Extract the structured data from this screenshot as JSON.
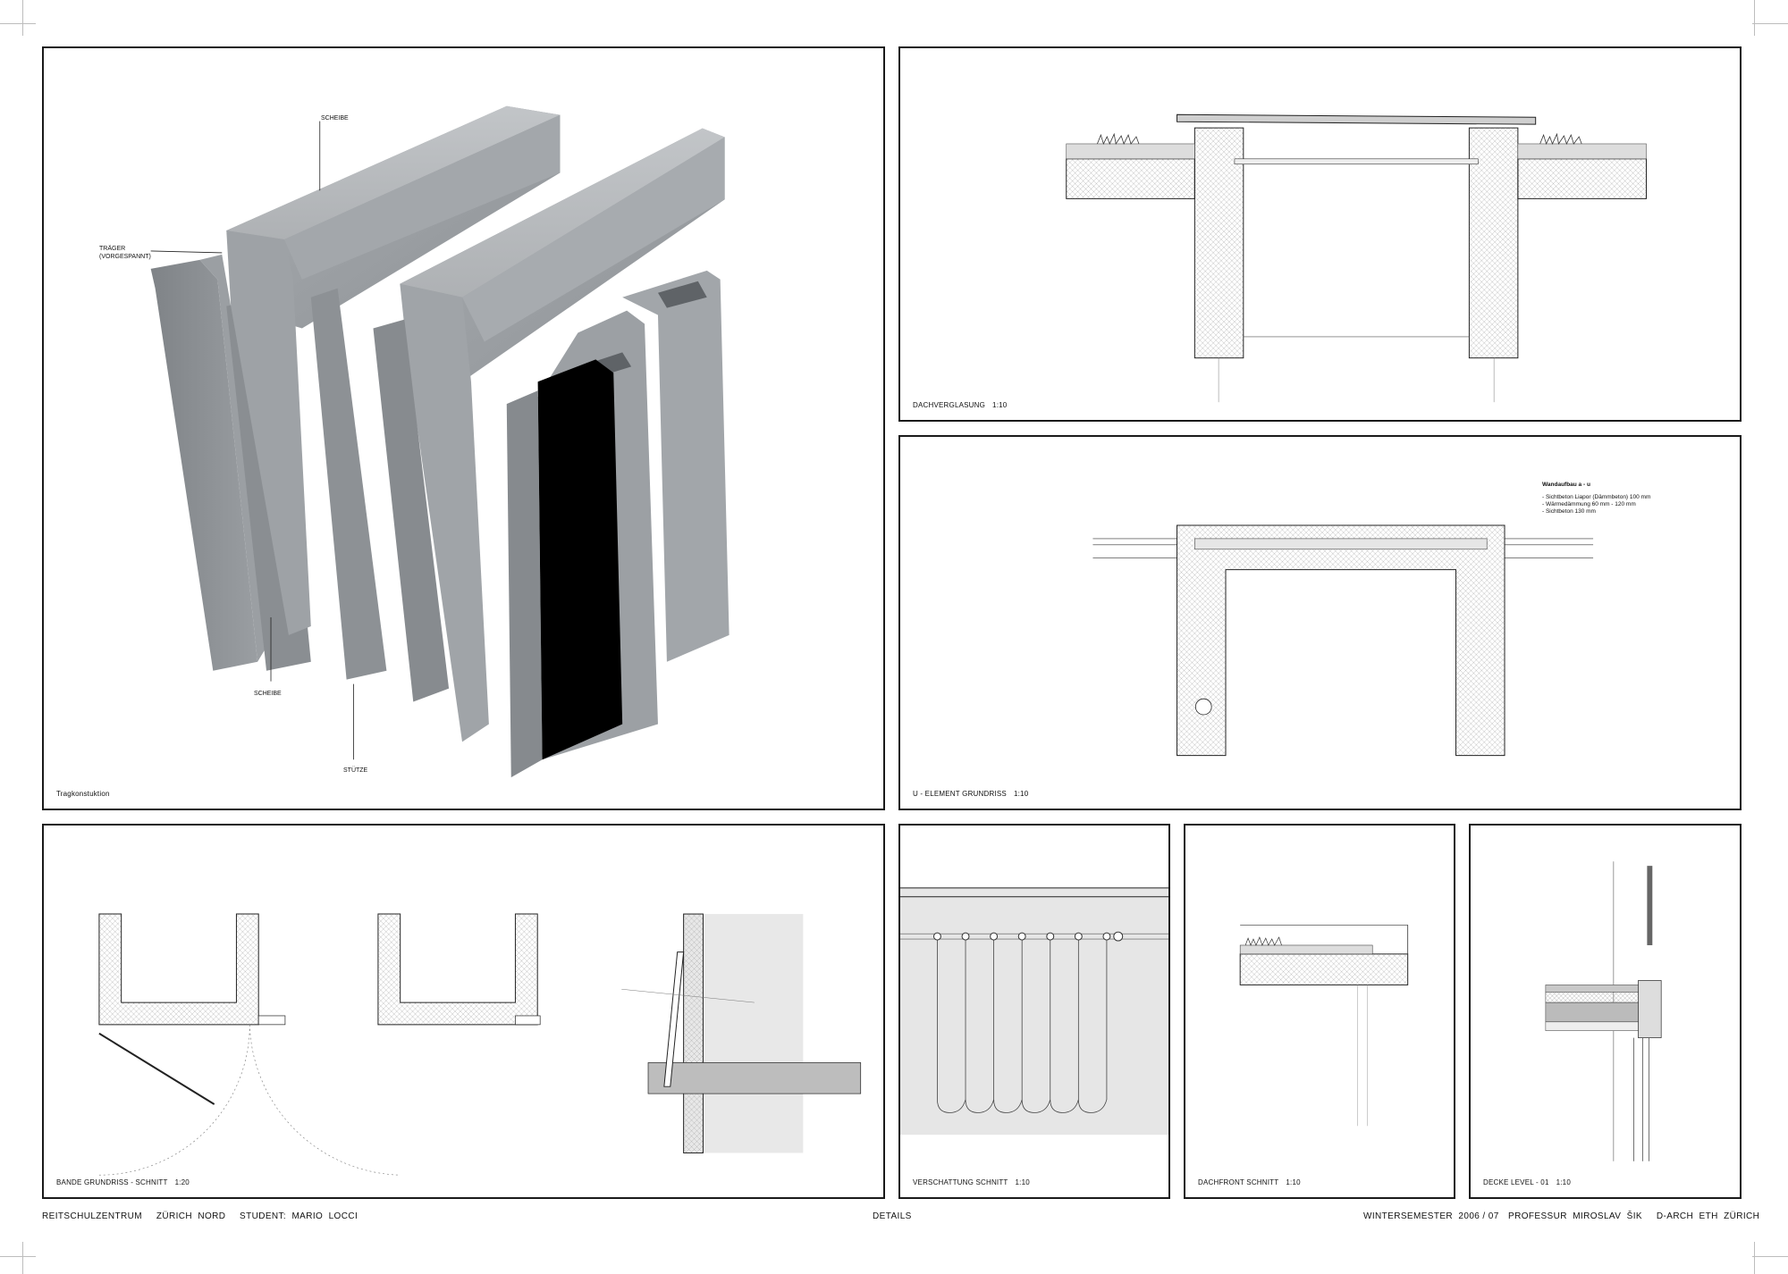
{
  "panels": {
    "tragkonstruktion": {
      "caption": "Tragkonstuktion",
      "labels": {
        "scheibe_top": "SCHEIBE",
        "traeger_line1": "TRÄGER",
        "traeger_line2": "(VORGESPANNT)",
        "scheibe_bottom": "SCHEIBE",
        "stuetze": "STÜTZE"
      }
    },
    "dachverglasung": {
      "caption": "DACHVERGLASUNG",
      "scale": "1:10"
    },
    "u_element": {
      "caption": "U - ELEMENT GRUNDRISS",
      "scale": "1:10",
      "legend": {
        "title": "Wandaufbau  a - u",
        "lines": [
          "- Sichtbeton Liapor (Dämmbeton)  100 mm",
          "- Wärmedämmung  60 mm - 120 mm",
          "- Sichtbeton  130 mm"
        ]
      }
    },
    "bande": {
      "caption": "BANDE  GRUNDRISS - SCHNITT",
      "scale": "1:20"
    },
    "verschattung": {
      "caption": "VERSCHATTUNG  SCHNITT",
      "scale": "1:10"
    },
    "dachfront": {
      "caption": "DACHFRONT  SCHNITT",
      "scale": "1:10"
    },
    "decke": {
      "caption": "DECKE  LEVEL - 01",
      "scale": "1:10"
    }
  },
  "footer": {
    "project": "REITSCHULZENTRUM     ZÜRICH  NORD",
    "student": "STUDENT:  MARIO  LOCCI",
    "sheet": "DETAILS",
    "semester": "WINTERSEMESTER  2006 / 07",
    "professor": "PROFESSUR  MIROSLAV  ŠIK     D-ARCH  ETH  ZÜRICH"
  }
}
